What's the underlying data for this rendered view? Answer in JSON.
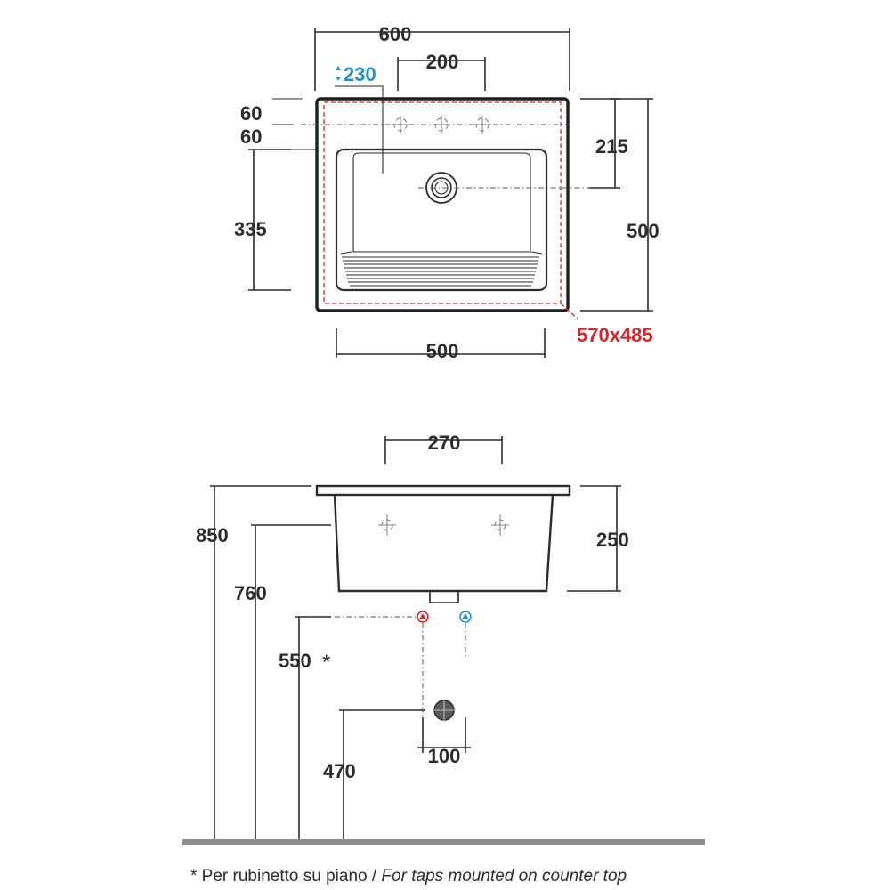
{
  "top_view": {
    "width_overall": "600",
    "tap_spacing": "200",
    "tap_height": "230",
    "offset_a": "60",
    "offset_b": "60",
    "drain_offset": "215",
    "bowl_depth": "335",
    "depth_overall": "500",
    "cutout": "570x485",
    "bowl_width": "500"
  },
  "front_view": {
    "bowl_inner_width": "270",
    "height_total": "850",
    "height_rim": "760",
    "bowl_height": "250",
    "supply_height": "550",
    "supply_mark": "*",
    "drain_height": "470",
    "supply_spacing": "100"
  },
  "footnote": {
    "italian": "* Per rubinetto su piano / ",
    "english": "For taps mounted on counter top"
  },
  "colors": {
    "outline": "#1f1f1f",
    "dimension": "#2b2b2b",
    "cold_water": "#2a8fc7",
    "hot_water": "#d9262c",
    "floor": "#8c8c8c"
  }
}
